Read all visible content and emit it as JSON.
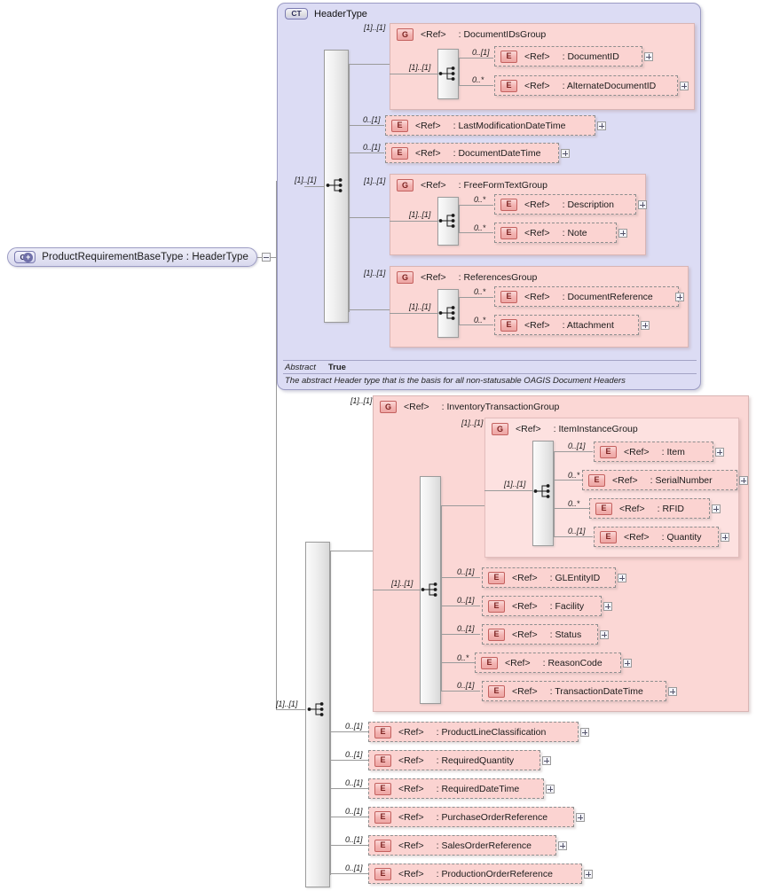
{
  "diagram": {
    "title": "ProductRequirementBaseType XSD structure",
    "colors": {
      "complextype_fill": "#dcdcf4",
      "complextype_border": "#9c9cc4",
      "group_fill": "#fbd7d5",
      "group_fill_inner": "#fde1e0",
      "element_fill": "#fbd3d1",
      "badge_fill": "#f3b3b1",
      "connector": "#9a9a9a"
    },
    "badges": {
      "complextype": "CT",
      "group": "G",
      "element": "E"
    },
    "ref_label": "<Ref>"
  },
  "root": {
    "name": "ProductRequirementBaseType : HeaderType",
    "badge": "CT",
    "expander": "minus"
  },
  "header_type": {
    "badge": "CT",
    "name": "HeaderType",
    "occurrence": "[1]..[1]",
    "footer": {
      "abstract_label": "Abstract",
      "abstract_value": "True",
      "annotation": "The abstract Header type that is the basis for all non-statusable OAGIS Document Headers"
    },
    "children": [
      {
        "kind": "group",
        "occurrence": "[1]..[1]",
        "ref": "<Ref>",
        "name": ": DocumentIDsGroup",
        "inner_occurrence": "[1]..[1]",
        "children": [
          {
            "kind": "element",
            "occurrence": "0..[1]",
            "ref": "<Ref>",
            "name": ": DocumentID",
            "expander": "plus"
          },
          {
            "kind": "element",
            "occurrence": "0..*",
            "ref": "<Ref>",
            "name": ": AlternateDocumentID",
            "expander": "plus"
          }
        ]
      },
      {
        "kind": "element",
        "occurrence": "0..[1]",
        "ref": "<Ref>",
        "name": ": LastModificationDateTime",
        "expander": "plus"
      },
      {
        "kind": "element",
        "occurrence": "0..[1]",
        "ref": "<Ref>",
        "name": ": DocumentDateTime",
        "expander": "plus"
      },
      {
        "kind": "group",
        "occurrence": "[1]..[1]",
        "ref": "<Ref>",
        "name": ": FreeFormTextGroup",
        "inner_occurrence": "[1]..[1]",
        "children": [
          {
            "kind": "element",
            "occurrence": "0..*",
            "ref": "<Ref>",
            "name": ": Description",
            "expander": "plus"
          },
          {
            "kind": "element",
            "occurrence": "0..*",
            "ref": "<Ref>",
            "name": ": Note",
            "expander": "plus"
          }
        ]
      },
      {
        "kind": "group",
        "occurrence": "[1]..[1]",
        "ref": "<Ref>",
        "name": ": ReferencesGroup",
        "inner_occurrence": "[1]..[1]",
        "children": [
          {
            "kind": "element",
            "occurrence": "0..*",
            "ref": "<Ref>",
            "name": ": DocumentReference",
            "expander": "plus"
          },
          {
            "kind": "element",
            "occurrence": "0..*",
            "ref": "<Ref>",
            "name": ": Attachment",
            "expander": "plus"
          }
        ]
      }
    ]
  },
  "inventory_transaction_group": {
    "badge": "G",
    "occurrence": "[1]..[1]",
    "ref": "<Ref>",
    "name": ": InventoryTransactionGroup",
    "inner_occurrence": "[1]..[1]",
    "item_instance_group": {
      "badge": "G",
      "occurrence": "[1]..[1]",
      "ref": "<Ref>",
      "name": ": ItemInstanceGroup",
      "inner_occurrence": "[1]..[1]",
      "children": [
        {
          "occurrence": "0..[1]",
          "ref": "<Ref>",
          "name": ": Item",
          "expander": "plus"
        },
        {
          "occurrence": "0..*",
          "ref": "<Ref>",
          "name": ": SerialNumber",
          "expander": "plus"
        },
        {
          "occurrence": "0..*",
          "ref": "<Ref>",
          "name": ": RFID",
          "expander": "plus"
        },
        {
          "occurrence": "0..[1]",
          "ref": "<Ref>",
          "name": ": Quantity",
          "expander": "plus"
        }
      ]
    },
    "children": [
      {
        "occurrence": "0..[1]",
        "ref": "<Ref>",
        "name": ": GLEntityID",
        "expander": "plus"
      },
      {
        "occurrence": "0..[1]",
        "ref": "<Ref>",
        "name": ": Facility",
        "expander": "plus"
      },
      {
        "occurrence": "0..[1]",
        "ref": "<Ref>",
        "name": ": Status",
        "expander": "plus"
      },
      {
        "occurrence": "0..*",
        "ref": "<Ref>",
        "name": ": ReasonCode",
        "expander": "plus"
      },
      {
        "occurrence": "0..[1]",
        "ref": "<Ref>",
        "name": ": TransactionDateTime",
        "expander": "plus"
      }
    ]
  },
  "outer_sequence": {
    "occurrence": "[1]..[1]"
  },
  "bottom_elements": [
    {
      "occurrence": "0..[1]",
      "ref": "<Ref>",
      "name": ": ProductLineClassification",
      "expander": "plus"
    },
    {
      "occurrence": "0..[1]",
      "ref": "<Ref>",
      "name": ": RequiredQuantity",
      "expander": "plus"
    },
    {
      "occurrence": "0..[1]",
      "ref": "<Ref>",
      "name": ": RequiredDateTime",
      "expander": "plus"
    },
    {
      "occurrence": "0..[1]",
      "ref": "<Ref>",
      "name": ": PurchaseOrderReference",
      "expander": "plus"
    },
    {
      "occurrence": "0..[1]",
      "ref": "<Ref>",
      "name": ": SalesOrderReference",
      "expander": "plus"
    },
    {
      "occurrence": "0..[1]",
      "ref": "<Ref>",
      "name": ": ProductionOrderReference",
      "expander": "plus"
    }
  ]
}
